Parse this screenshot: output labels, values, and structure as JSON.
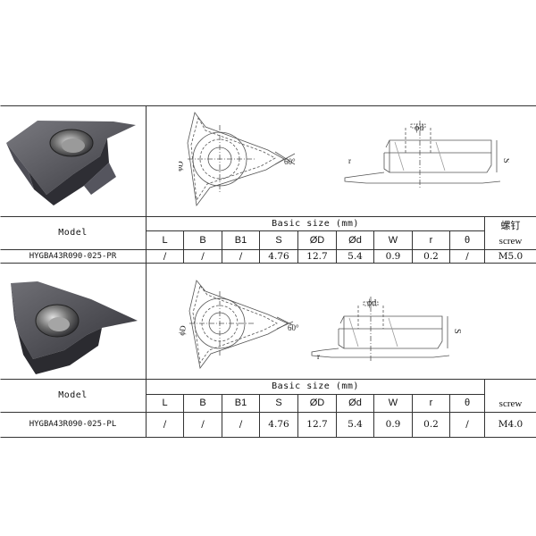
{
  "sections": [
    {
      "model_header": "Model",
      "basic_size_header": "Basic size (mm)",
      "screw_cn": "螺钉",
      "screw_en": "screw",
      "columns": [
        "L",
        "B",
        "B1",
        "S",
        "ØD",
        "Ød",
        "W",
        "r",
        "θ"
      ],
      "model_name": "HYGBA43R090-025-PR",
      "values": [
        "/",
        "/",
        "/",
        "4.76",
        "12.7",
        "5.4",
        "0.9",
        "0.2",
        "/"
      ],
      "screw_value": "M5.0",
      "drawing_labels": {
        "phi_D": "ϕD",
        "angle": "60°",
        "phi_d": "ϕd",
        "s": "S",
        "r": "r"
      }
    },
    {
      "model_header": "Model",
      "basic_size_header": "Basic size (mm)",
      "screw_en": "screw",
      "columns": [
        "L",
        "B",
        "B1",
        "S",
        "ØD",
        "Ød",
        "W",
        "r",
        "θ"
      ],
      "model_name": "HYGBA43R090-025-PL",
      "values": [
        "/",
        "/",
        "/",
        "4.76",
        "12.7",
        "5.4",
        "0.9",
        "0.2",
        "/"
      ],
      "screw_value": "M4.0",
      "drawing_labels": {
        "phi_D": "ϕD",
        "angle": "60°",
        "phi_d": "ϕd",
        "s": "S",
        "r": "r"
      }
    }
  ]
}
